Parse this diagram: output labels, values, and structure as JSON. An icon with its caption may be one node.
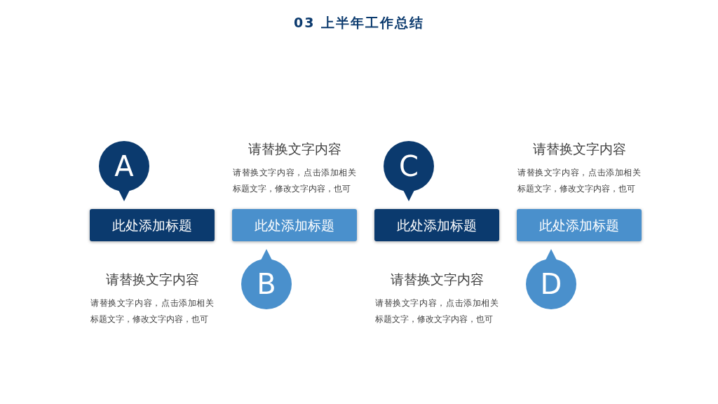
{
  "diagram": {
    "title": "03 上半年工作总结",
    "nodes": [
      {
        "text": [
          "A"
        ]
      },
      {
        "text": [
          "此处添加标题"
        ],
        "beside": [
          "请替换文字内容",
          "请替换文字内容，点击添加相关标题文字，修改文字内容，也可"
        ]
      },
      {
        "text": [
          "B"
        ]
      },
      {
        "text": [
          "此处添加标题"
        ],
        "beside": [
          "请替换文字内容",
          "请替换文字内容，点击添加相关标题文字，修改文字内容，也可"
        ]
      },
      {
        "text": [
          "C"
        ]
      },
      {
        "text": [
          "此处添加标题"
        ],
        "beside": [
          "请替换文字内容",
          "请替换文字内容，点击添加相关标题文字，修改文字内容，也可"
        ]
      },
      {
        "text": [
          "D"
        ]
      },
      {
        "text": [
          "此处添加标题"
        ],
        "beside": [
          "请替换文字内容",
          "请替换文字内容，点击添加相关标题文字，修改文字内容，也可"
        ]
      }
    ]
  }
}
